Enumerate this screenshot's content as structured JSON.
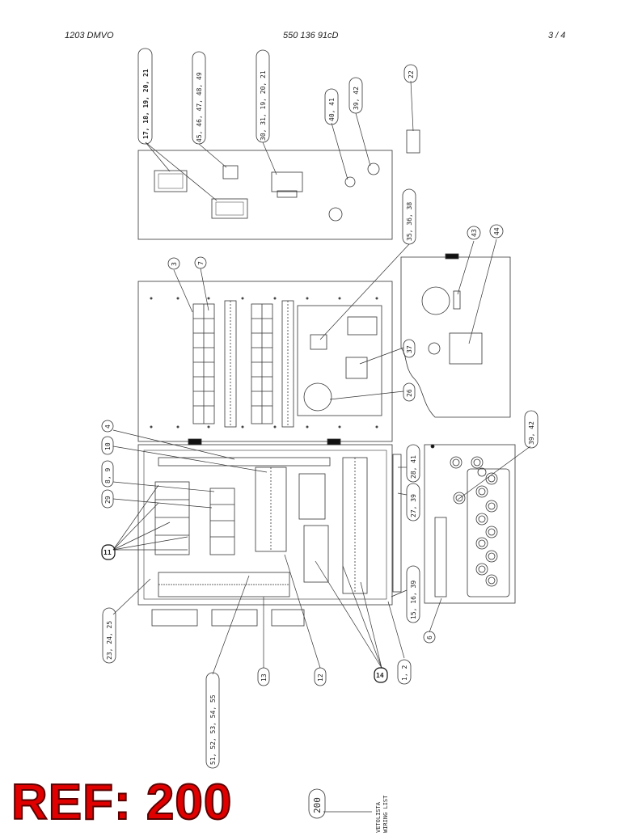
{
  "header": {
    "left": "1203 DMVO",
    "center": "550 136 91cD",
    "page": "3 /  4"
  },
  "callouts": [
    {
      "id": "c-17",
      "text": "17, 18, 19, 20, 21",
      "bold": true
    },
    {
      "id": "c-45",
      "text": "45, 46, 47, 48, 49"
    },
    {
      "id": "c-30",
      "text": "30, 31, 19, 20, 21"
    },
    {
      "id": "c-40",
      "text": "40, 41"
    },
    {
      "id": "c-39top",
      "text": "39, 42"
    },
    {
      "id": "c-22",
      "text": "22"
    },
    {
      "id": "c-35",
      "text": "35, 36, 38"
    },
    {
      "id": "c-43",
      "text": "43"
    },
    {
      "id": "c-44",
      "text": "44"
    },
    {
      "id": "c-3",
      "text": "3"
    },
    {
      "id": "c-7",
      "text": "7"
    },
    {
      "id": "c-37",
      "text": "37"
    },
    {
      "id": "c-26",
      "text": "26"
    },
    {
      "id": "c-4",
      "text": "4"
    },
    {
      "id": "c-10",
      "text": "10"
    },
    {
      "id": "c-8",
      "text": "8, 9"
    },
    {
      "id": "c-29",
      "text": "29"
    },
    {
      "id": "c-11",
      "text": "11",
      "bold": true
    },
    {
      "id": "c-23",
      "text": "23, 24, 25"
    },
    {
      "id": "c-28",
      "text": "28, 41"
    },
    {
      "id": "c-27",
      "text": "27, 39"
    },
    {
      "id": "c-15",
      "text": "15, 16, 39"
    },
    {
      "id": "c-39right",
      "text": "39, 42"
    },
    {
      "id": "c-6",
      "text": "6"
    },
    {
      "id": "c-51",
      "text": "51, 52, 53, 54, 55"
    },
    {
      "id": "c-13",
      "text": "13"
    },
    {
      "id": "c-12",
      "text": "12"
    },
    {
      "id": "c-14",
      "text": "14",
      "bold": true
    },
    {
      "id": "c-1",
      "text": "1, 2"
    },
    {
      "id": "c-200",
      "text": "200"
    }
  ],
  "wiring_label": {
    "line1": "VETOLISTA",
    "line2": "WIRING LIST"
  },
  "ref_stamp": "REF: 200"
}
